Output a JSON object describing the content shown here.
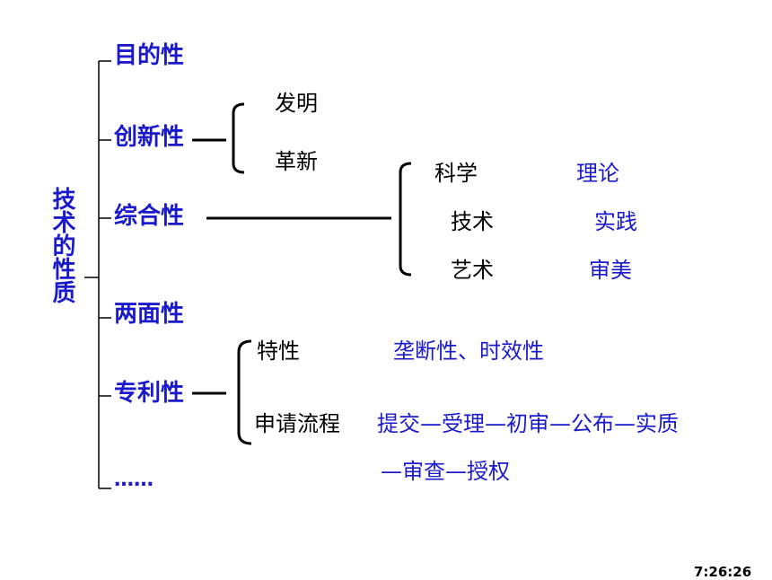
{
  "root": {
    "label": "技术的性质"
  },
  "properties": [
    {
      "label": "目的性"
    },
    {
      "label": "创新性"
    },
    {
      "label": "综合性"
    },
    {
      "label": "两面性"
    },
    {
      "label": "专利性"
    },
    {
      "label": "……"
    }
  ],
  "innovation": {
    "items": [
      "发明",
      "革新"
    ]
  },
  "synthesis": {
    "items": [
      {
        "name": "科学",
        "aspect": "理论"
      },
      {
        "name": "技术",
        "aspect": "实践"
      },
      {
        "name": "艺术",
        "aspect": "审美"
      }
    ]
  },
  "patent": {
    "feature_label": "特性",
    "feature_value": "垄断性、时效性",
    "process_label": "申请流程",
    "process_line1": "提交—受理—初审—公布—实质",
    "process_line2": "—审查—授权"
  },
  "clock": "7:26:26",
  "colors": {
    "accent": "#1a1acc",
    "text": "#000000",
    "background": "#ffffff"
  }
}
